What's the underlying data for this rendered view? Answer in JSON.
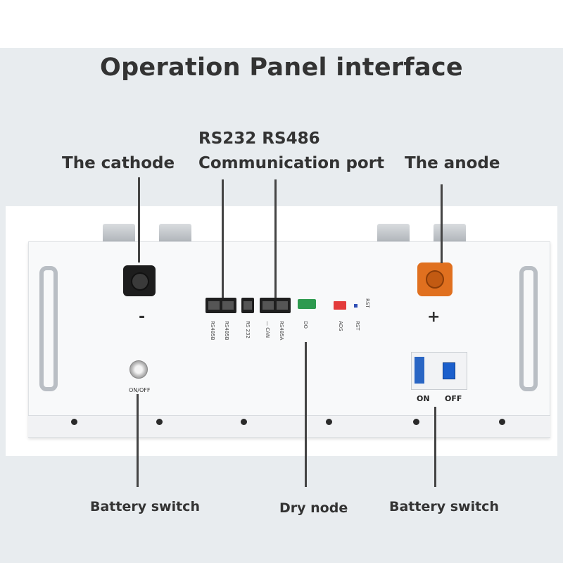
{
  "title": "Operation Panel interface",
  "callouts": {
    "cathode": "The cathode",
    "comm_line1": "RS232 RS486",
    "comm_line2": "Communication port",
    "anode": "The anode",
    "battery_switch_left": "Battery switch",
    "dry_node": "Dry node",
    "battery_switch_right": "Battery switch"
  },
  "panel": {
    "minus_sign": "-",
    "plus_sign": "+",
    "onoff": "ON/OFF",
    "breaker_on": "ON",
    "breaker_off": "OFF",
    "port_labels": {
      "rs485b": "RS485B",
      "rs485b2": "RS485B",
      "rs232": "RS 232",
      "can": "— CAN",
      "rs485a": "RS485A",
      "do": "DO",
      "ads": "ADS",
      "rst": "RST",
      "rst_top": "RST"
    }
  },
  "colors": {
    "anode_connector": "#e0701f",
    "cathode_connector": "#1d1d1d",
    "breaker_lever": "#1b5fcc",
    "dip_switch": "#e33b3b",
    "terminal_block": "#2e9a4f"
  }
}
